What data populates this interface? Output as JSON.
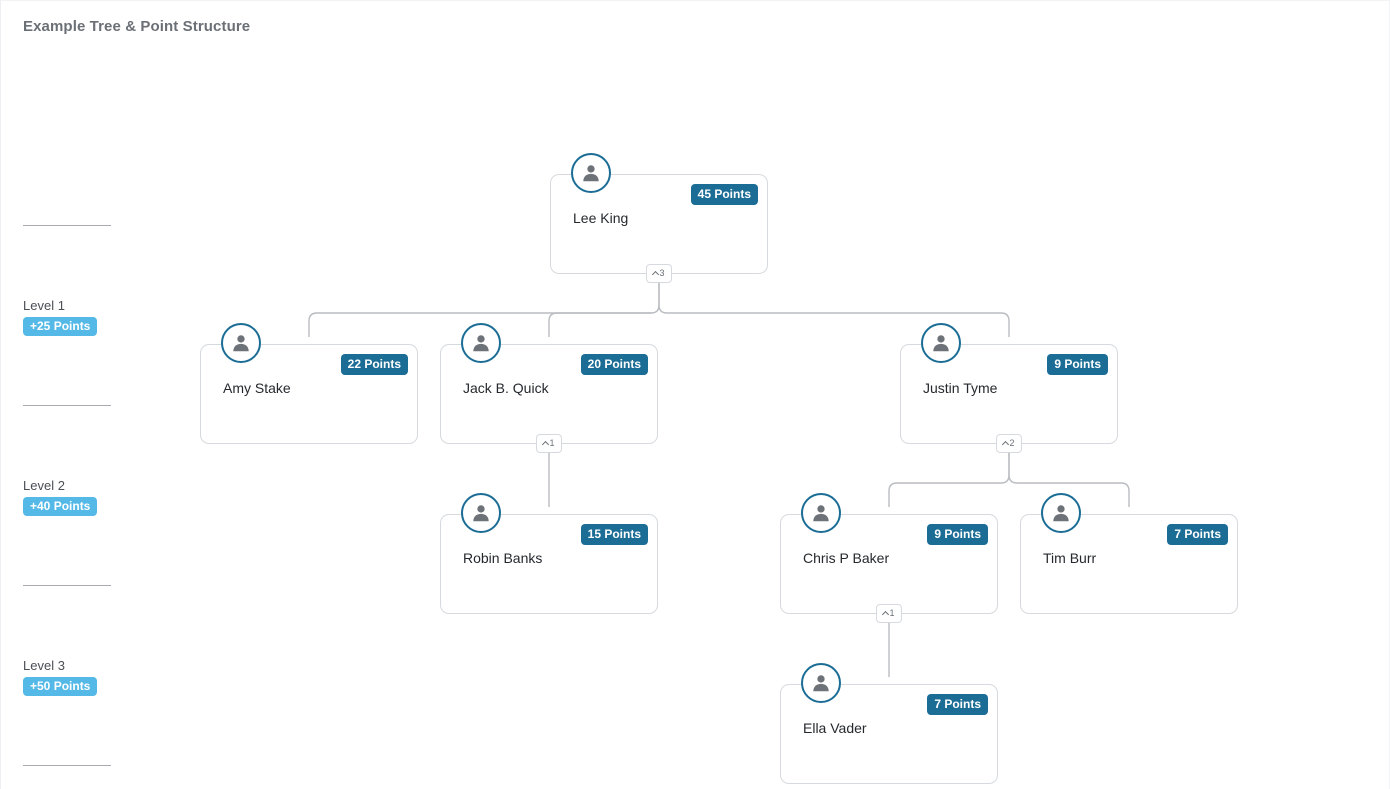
{
  "page": {
    "title": "Example Tree & Point Structure",
    "accent_dark": "#1b6d96",
    "accent_light": "#55b9e8",
    "border_color": "#d6d9dd",
    "wire_color": "#b9bcc0"
  },
  "levels": [
    {
      "name": "Level 1",
      "bonus": "+25 Points"
    },
    {
      "name": "Level 2",
      "bonus": "+40 Points"
    },
    {
      "name": "Level 3",
      "bonus": "+50 Points"
    }
  ],
  "nodes": [
    {
      "name": "Lee King",
      "points": "45 Points",
      "child_count": "3",
      "level": 0
    },
    {
      "name": "Amy Stake",
      "points": "22 Points",
      "child_count": "",
      "level": 1
    },
    {
      "name": "Jack B. Quick",
      "points": "20 Points",
      "child_count": "1",
      "level": 1
    },
    {
      "name": "Justin Tyme",
      "points": "9 Points",
      "child_count": "2",
      "level": 1
    },
    {
      "name": "Robin Banks",
      "points": "15 Points",
      "child_count": "",
      "level": 2
    },
    {
      "name": "Chris P Baker",
      "points": "9 Points",
      "child_count": "1",
      "level": 2
    },
    {
      "name": "Tim Burr",
      "points": "7 Points",
      "child_count": "",
      "level": 2
    },
    {
      "name": "Ella Vader",
      "points": "7 Points",
      "child_count": "",
      "level": 3
    }
  ],
  "icons": {
    "avatar": "person-icon",
    "collapse": "chevron-up-icon"
  }
}
